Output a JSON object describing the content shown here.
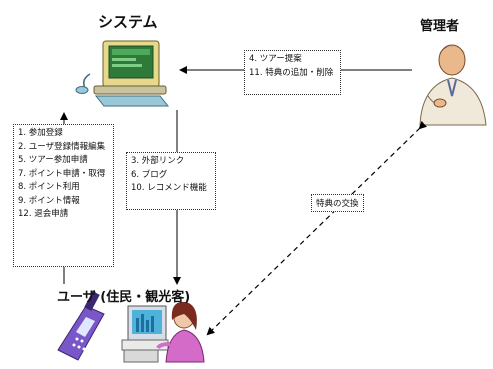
{
  "headings": {
    "system": "システム",
    "admin": "管理者",
    "user": "ユーザ (住民・観光客)"
  },
  "admin_box": {
    "items": [
      "4. ツアー提案",
      "11. 特典の追加・削除"
    ]
  },
  "user_box": {
    "items": [
      "1. 参加登録",
      "2. ユーザ登録情報編集",
      "5. ツアー参加申請",
      "7. ポイント申請・取得",
      "8. ポイント利用",
      "9. ポイント情報",
      "12. 退会申請"
    ]
  },
  "system_box": {
    "items": [
      "3. 外部リンク",
      "6. ブログ",
      "10. レコメンド機能"
    ]
  },
  "exchange_label": "特典の交換",
  "colors": {
    "monitor_body": "#e6d98c",
    "monitor_screen": "#2f7a3a",
    "computer_base": "#9bc8d8",
    "phone": "#7a57c8",
    "person_shirt": "#d46bc8",
    "person_hair": "#7a2a1e",
    "admin_shirt": "#f0e8d8",
    "admin_skin": "#e9b98c"
  },
  "icons": [
    "computer-icon",
    "admin-person-icon",
    "user-phone-icon",
    "user-person-at-computer-icon"
  ]
}
